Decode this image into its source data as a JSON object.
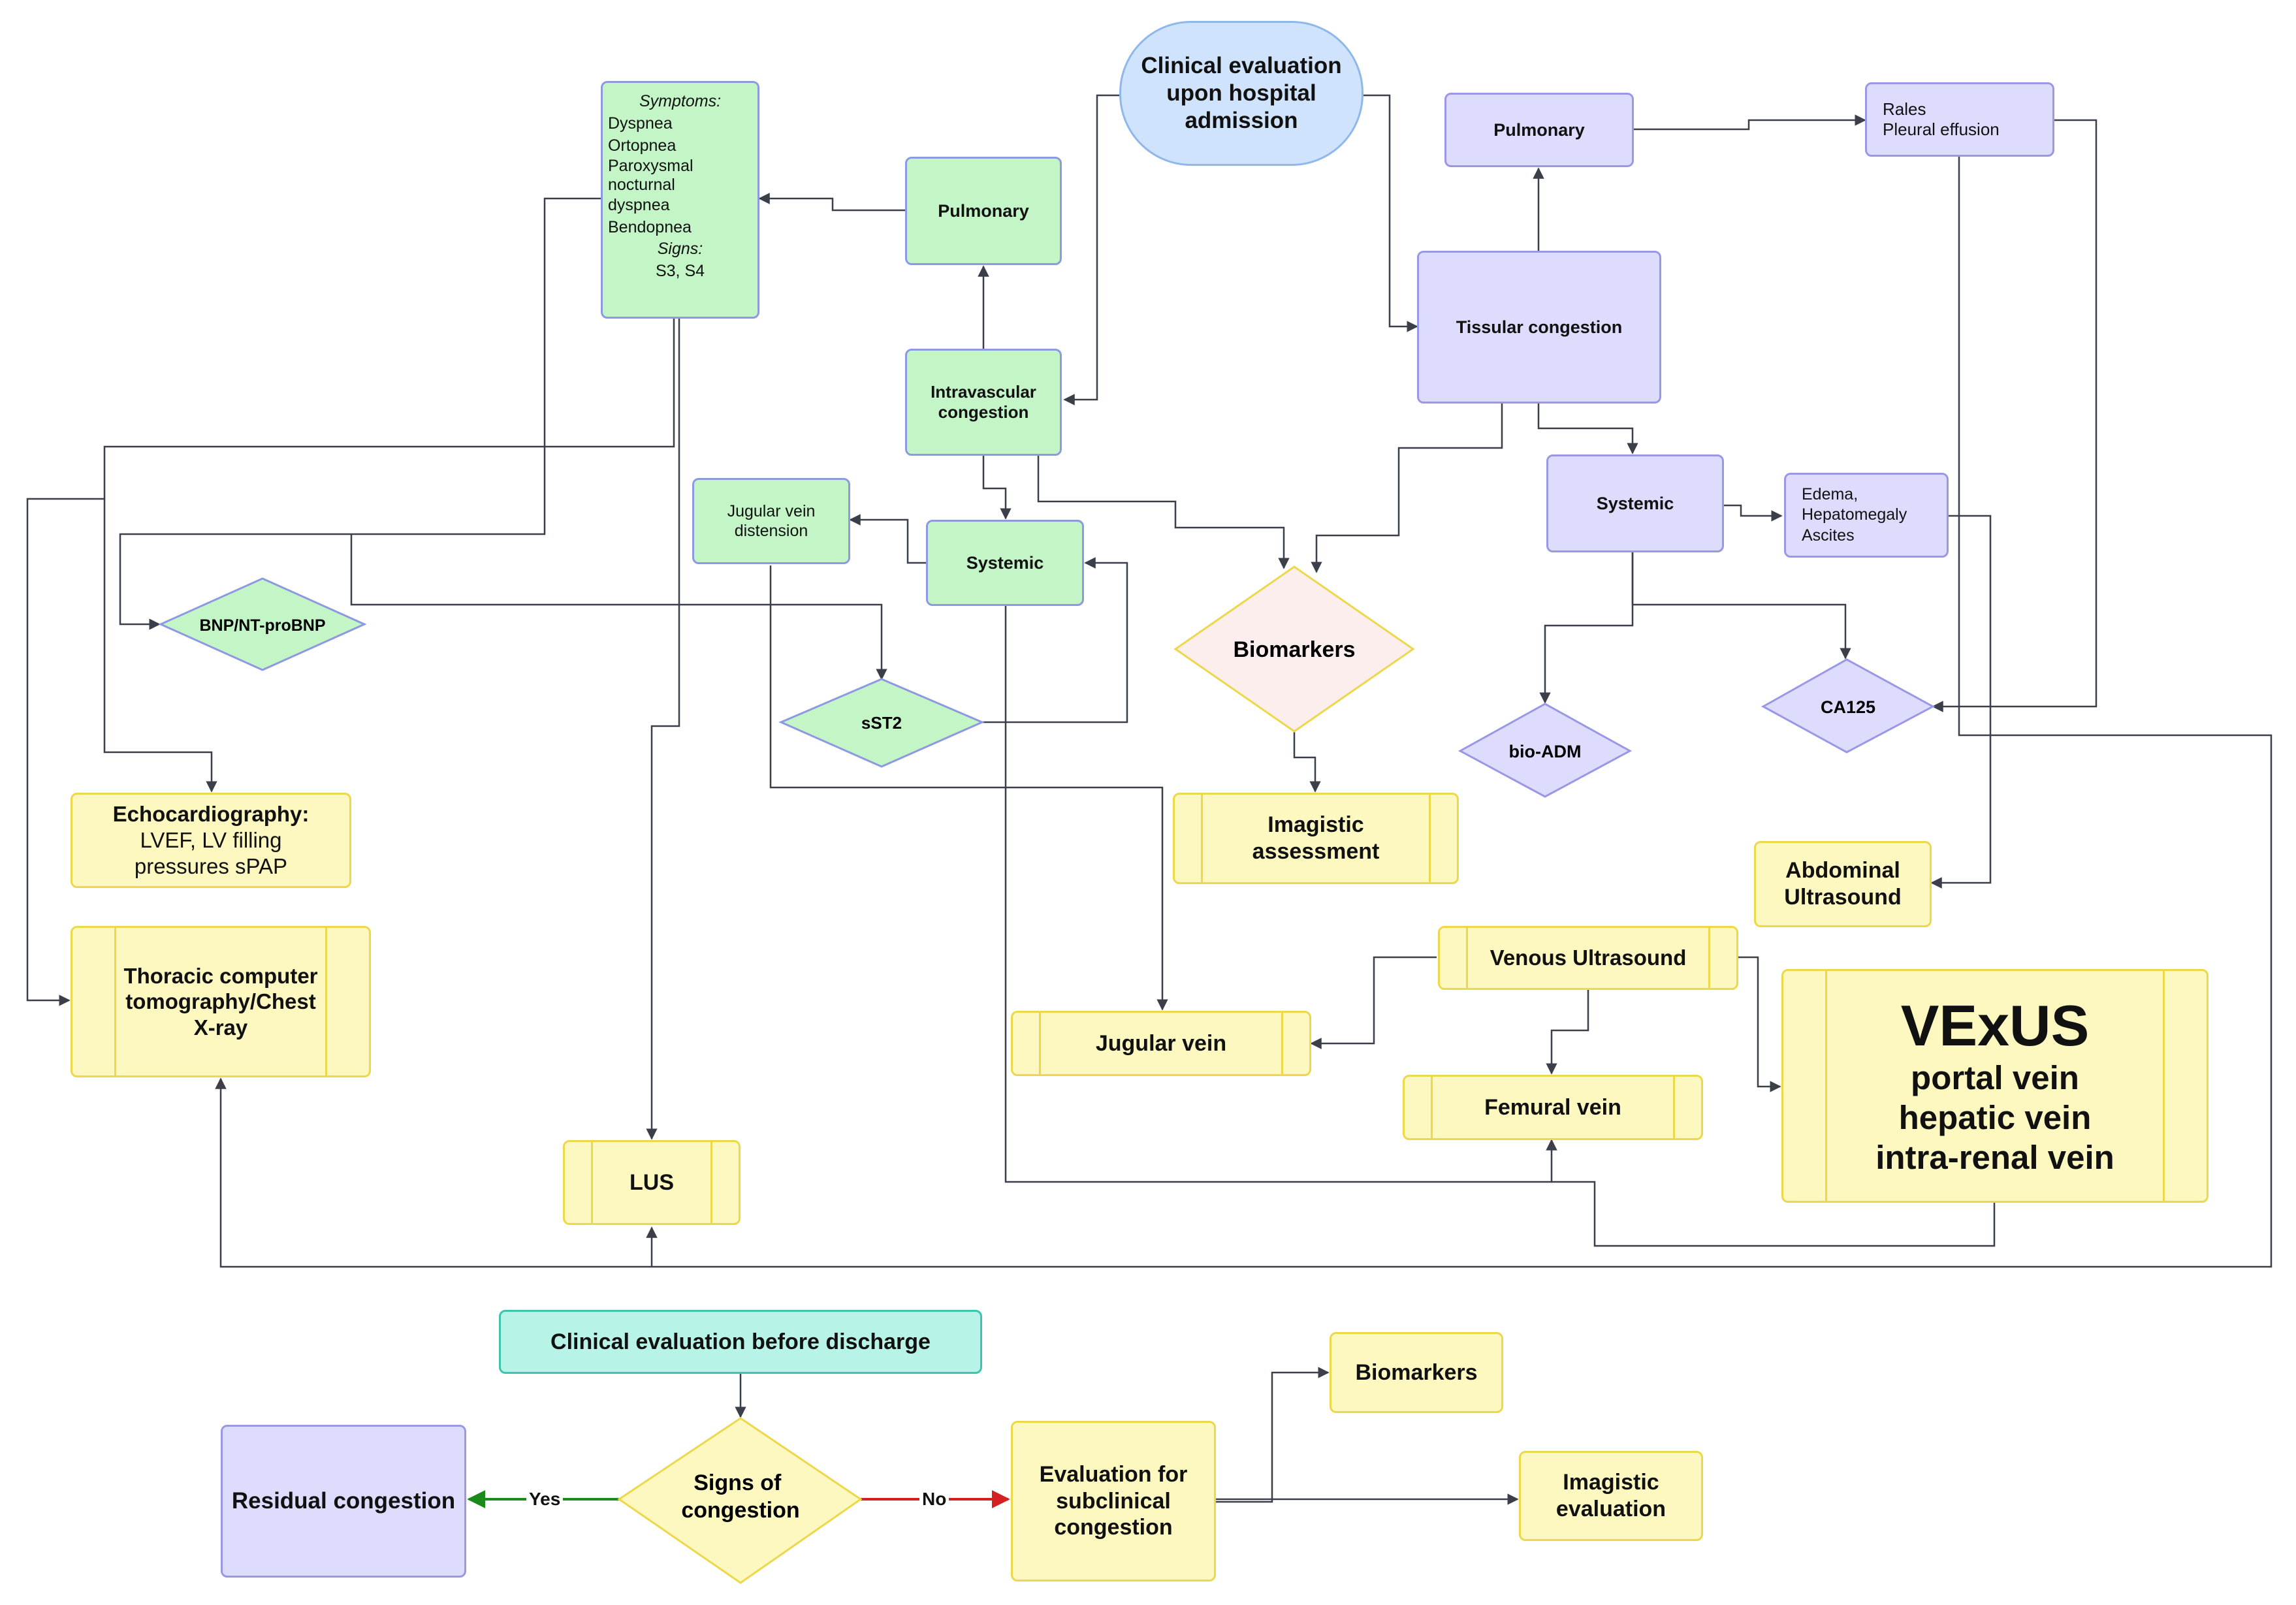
{
  "nodes": {
    "clinical_admission": "Clinical evaluation upon hospital admission",
    "pulmonary_green": "Pulmonary",
    "symptoms": {
      "symptoms_header": "Symptoms:",
      "items": [
        "Dyspnea",
        "Ortopnea",
        "Paroxysmal nocturnal",
        "dyspnea",
        "Bendopnea"
      ],
      "signs_header": "Signs:",
      "signs_value": "S3, S4"
    },
    "intravascular": "Intravascular congestion",
    "systemic_green": "Systemic",
    "jugular_distension": "Jugular vein distension",
    "bnp": "BNP/NT-proBNP",
    "sst2": "sST2",
    "biomarkers_center": "Biomarkers",
    "pulmonary_purple": "Pulmonary",
    "rales": "Rales\nPleural effusion",
    "tissular": "Tissular congestion",
    "systemic_purple": "Systemic",
    "edema": "Edema,\nHepatomegaly\nAscites",
    "bio_adm": "bio-ADM",
    "ca125": "CA125",
    "echo_title": "Echocardiography:",
    "echo_body": "LVEF, LV filling pressures sPAP",
    "thoracic": "Thoracic computer tomography/Chest X-ray",
    "imagistic_assessment": "Imagistic assessment",
    "abdominal_us": "Abdominal Ultrasound",
    "venous_us": "Venous Ultrasound",
    "jugular_vein": "Jugular vein",
    "femural_vein": "Femural vein",
    "vexus_title": "VExUS",
    "vexus_lines": [
      "portal vein",
      "hepatic vein",
      "intra-renal vein"
    ],
    "lus": "LUS",
    "clinical_discharge": "Clinical evaluation before discharge",
    "signs_congestion": "Signs of congestion",
    "residual": "Residual congestion",
    "subclinical": "Evaluation for subclinical congestion",
    "biomarkers_bottom": "Biomarkers",
    "imagistic_evaluation": "Imagistic evaluation"
  },
  "edge_labels": {
    "yes": "Yes",
    "no": "No"
  },
  "colors": {
    "green_fill": "#c3f5c7",
    "purple_fill": "#dddcfd",
    "yellow_fill": "#fcf8c0",
    "teal_fill": "#b7f3e6",
    "blue_fill": "#cfe3fd",
    "pink_fill": "#fdeeee",
    "connector": "#3a3f4a",
    "yes_arrow": "#1a8a1a",
    "no_arrow": "#d42020"
  }
}
